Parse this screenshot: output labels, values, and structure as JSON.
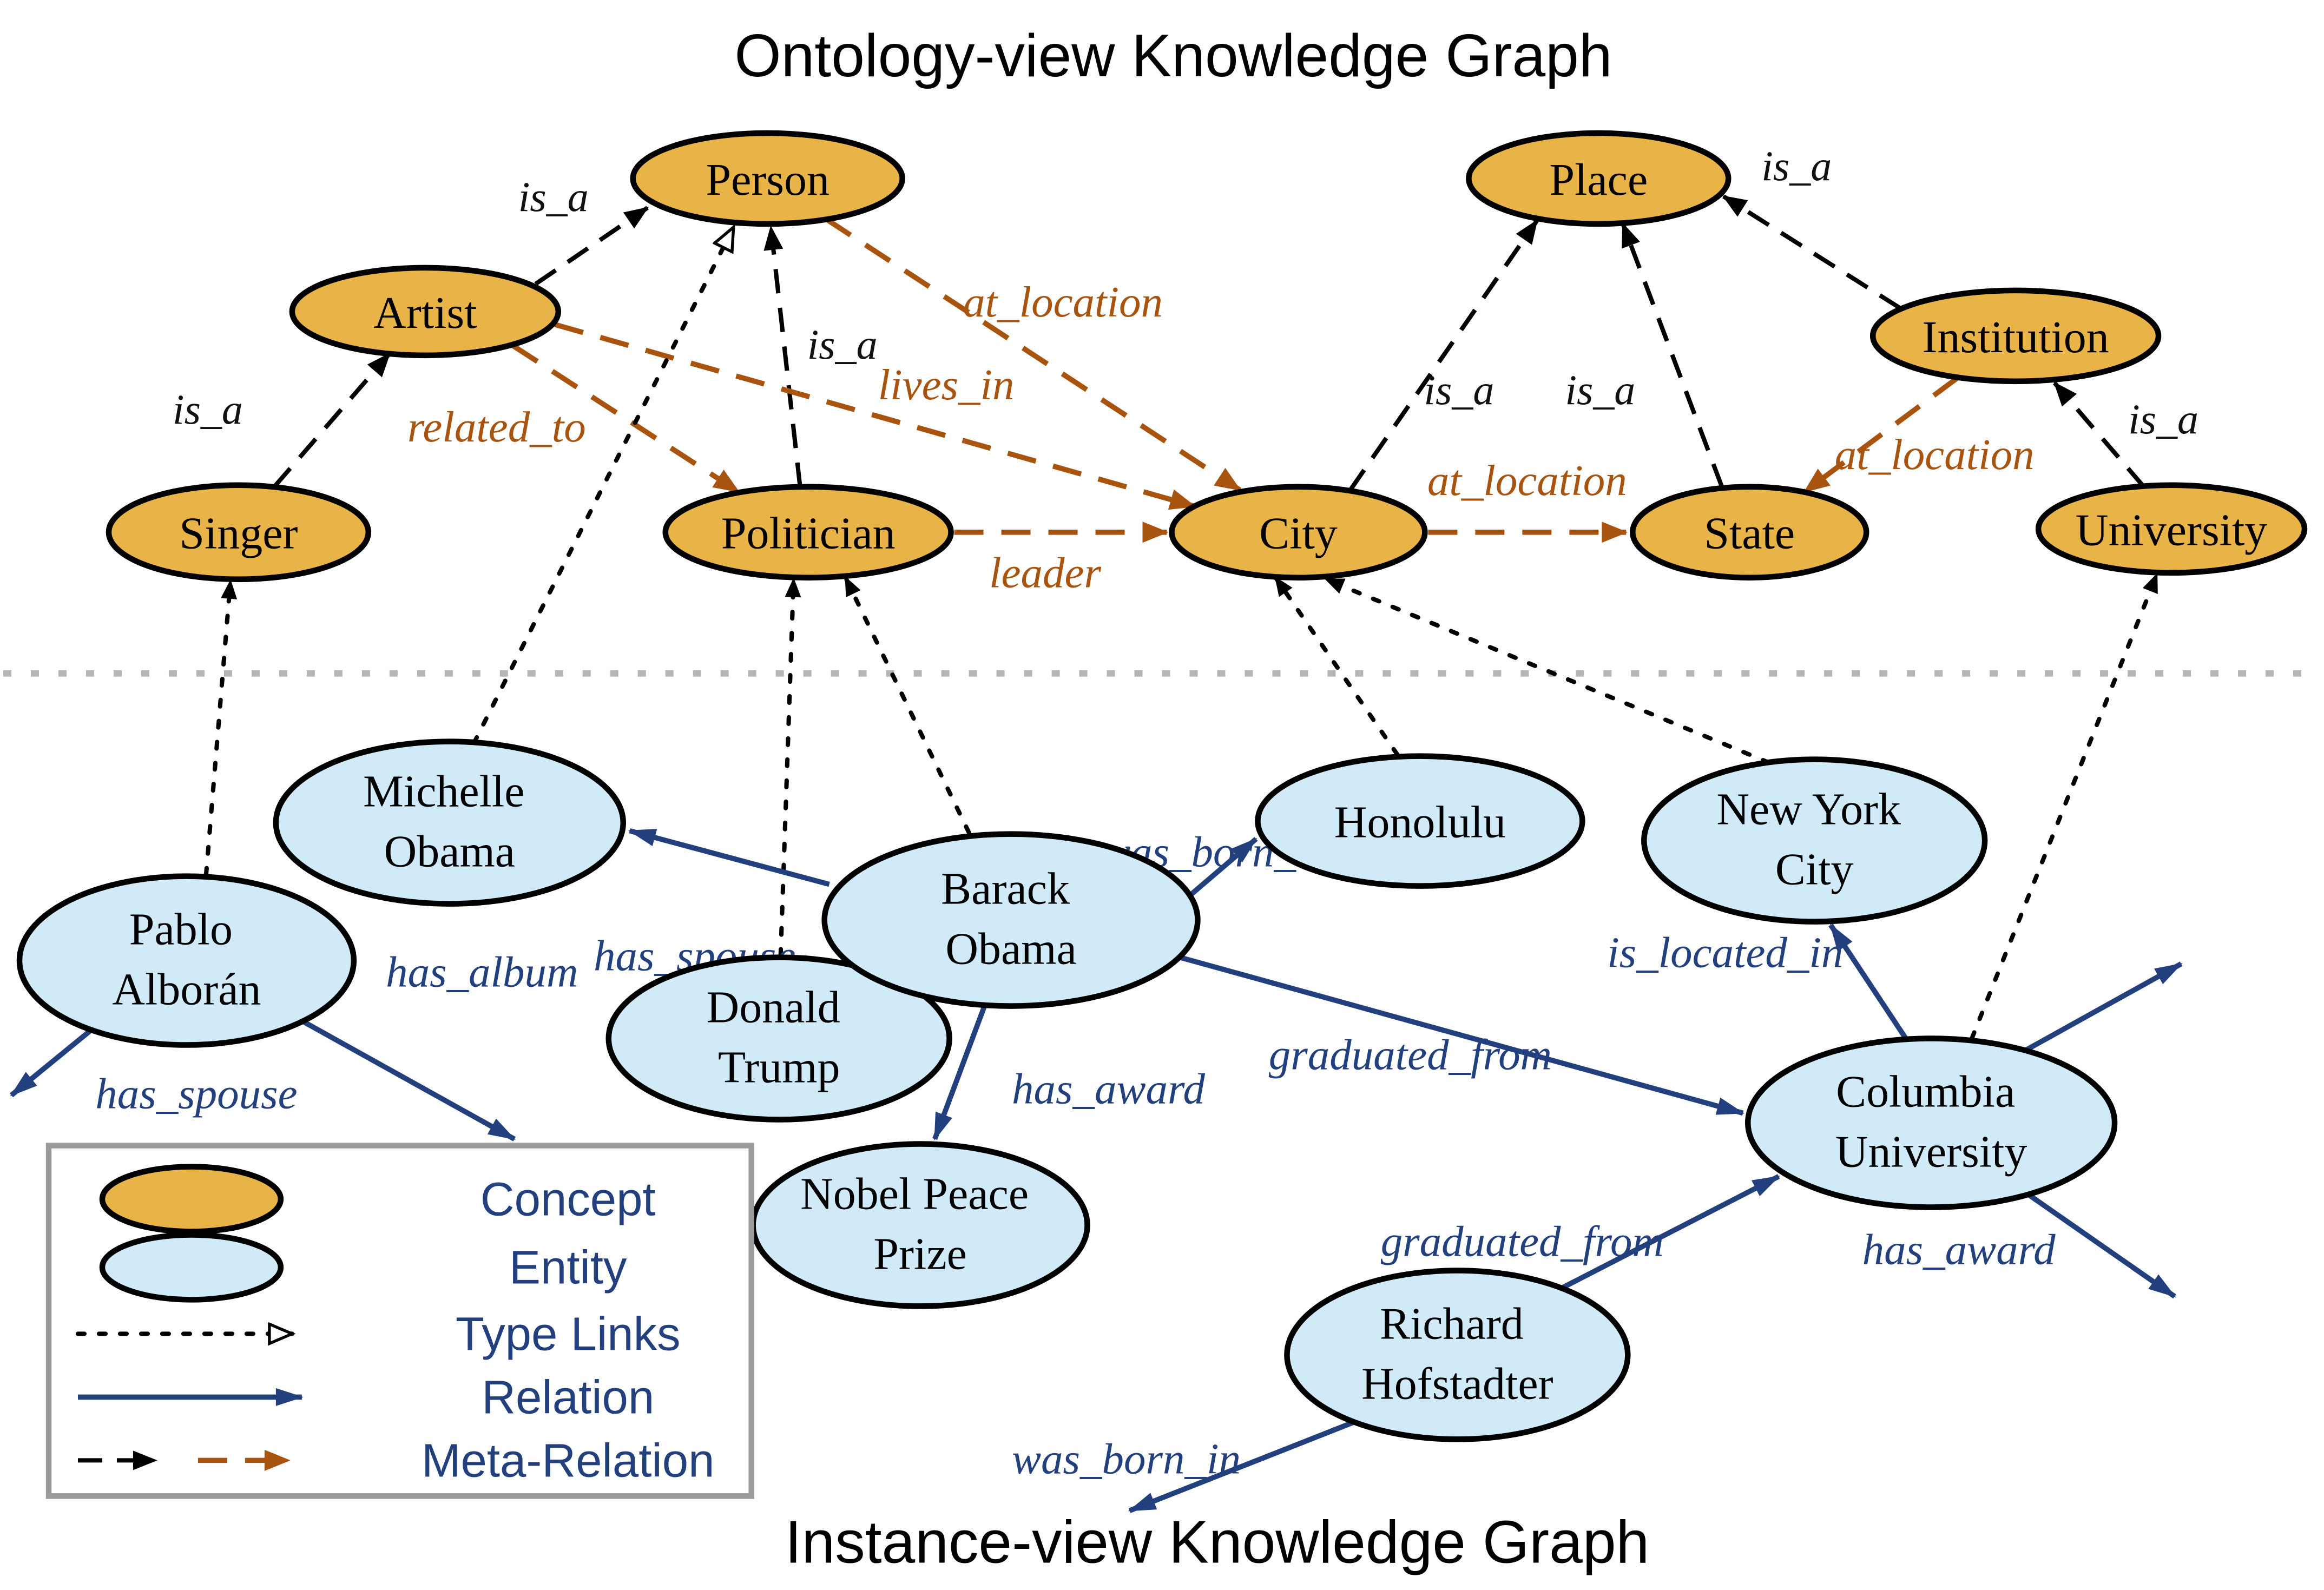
{
  "titles": {
    "ontology": "Ontology-view Knowledge Graph",
    "instance": "Instance-view Knowledge Graph"
  },
  "colors": {
    "concept_fill": "#E8B347",
    "entity_fill": "#D0EBF7",
    "relation": "#23407E",
    "meta_relation_brown": "#A9540E",
    "meta_relation_black": "#000000",
    "type_link": "#000000",
    "divider": "#B5B5B5",
    "legend_border": "#9B9B9B"
  },
  "nodes": {
    "person": "Person",
    "place": "Place",
    "artist": "Artist",
    "institution": "Institution",
    "singer": "Singer",
    "politician": "Politician",
    "city": "City",
    "state": "State",
    "university": "University",
    "michelle_obama": [
      "Michelle",
      "Obama"
    ],
    "pablo_alboran": [
      "Pablo",
      "Alborán"
    ],
    "donald_trump": [
      "Donald",
      "Trump"
    ],
    "barack_obama": [
      "Barack",
      "Obama"
    ],
    "honolulu": "Honolulu",
    "new_york_city": [
      "New York",
      "City"
    ],
    "columbia_university": [
      "Columbia",
      "University"
    ],
    "nobel_peace_prize": [
      "Nobel Peace",
      "Prize"
    ],
    "richard_hofstadter": [
      "Richard",
      "Hofstadter"
    ]
  },
  "relations": {
    "is_a": "is_a",
    "at_location": "at_location",
    "lives_in": "lives_in",
    "related_to": "related_to",
    "leader": "leader",
    "has_spouse": "has_spouse",
    "has_album": "has_album",
    "was_born_in": "was_born_in",
    "has_award": "has_award",
    "graduated_from": "graduated_from",
    "is_located_in": "is_located_in"
  },
  "legend": {
    "concept": "Concept",
    "entity": "Entity",
    "type_links": "Type Links",
    "relation": "Relation",
    "meta_relation": "Meta-Relation"
  }
}
